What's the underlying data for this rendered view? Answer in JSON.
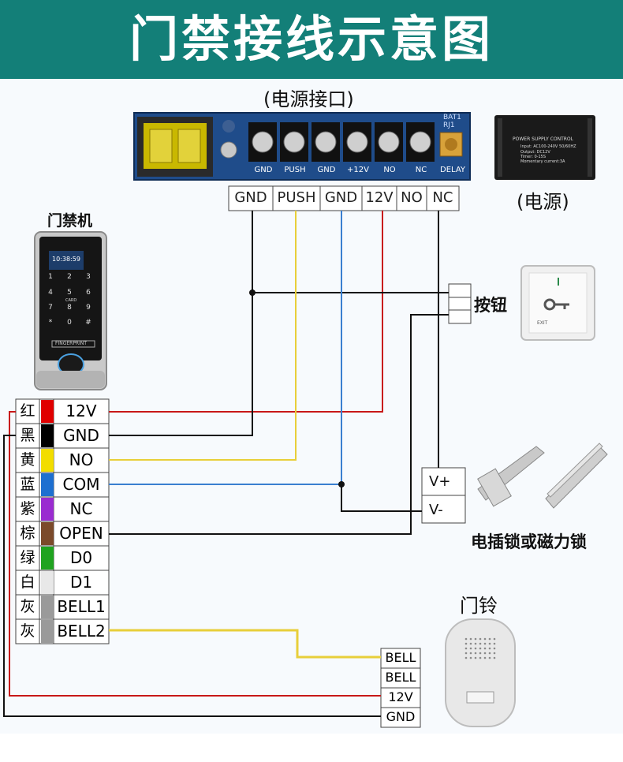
{
  "header": {
    "title": "门禁接线示意图"
  },
  "power_label": "(电源接口)",
  "psu_label": "(电源)",
  "psu_box": {
    "line1": "POWER SUPPLY CONTROL",
    "line2": "Input: AC100-240V 50/60HZ",
    "line3": "Output: DC12V",
    "line4": "Timer: 0-15S",
    "line5": "Momentary current:3A"
  },
  "board_terminals": [
    "GND",
    "PUSH",
    "GND",
    "+12V",
    "NO",
    "NC",
    "DELAY"
  ],
  "board_top_text": "BAT1 RJ1",
  "interface_terminals": [
    "GND",
    "PUSH",
    "GND",
    "12V",
    "NO",
    "NC"
  ],
  "reader_label": "门禁机",
  "reader": {
    "time": "10:38:59",
    "keys": [
      "1",
      "2",
      "3",
      "4",
      "5",
      "6",
      "7",
      "8",
      "9",
      "*",
      "0",
      "#"
    ],
    "fingerprint_text": "FINGERPRINT",
    "card_text": "CARD"
  },
  "exit_button": {
    "label": "按钮",
    "text": "EXIT"
  },
  "lock_label": "电插锁或磁力锁",
  "lock_terminals": [
    "V+",
    "V-"
  ],
  "doorbell_label": "门铃",
  "bell_terminals": [
    "BELL",
    "BELL",
    "12V",
    "GND"
  ],
  "wire_table": [
    {
      "color_name": "红",
      "signal": "12V",
      "color": "#e00000"
    },
    {
      "color_name": "黑",
      "signal": "GND",
      "color": "#000000"
    },
    {
      "color_name": "黄",
      "signal": "NO",
      "color": "#f2dd00"
    },
    {
      "color_name": "蓝",
      "signal": "COM",
      "color": "#1e6fd0"
    },
    {
      "color_name": "紫",
      "signal": "NC",
      "color": "#9a2bd0"
    },
    {
      "color_name": "棕",
      "signal": "OPEN",
      "color": "#7b4a2a"
    },
    {
      "color_name": "绿",
      "signal": "D0",
      "color": "#1fa31f"
    },
    {
      "color_name": "白",
      "signal": "D1",
      "color": "#e8e8e8"
    },
    {
      "color_name": "灰",
      "signal": "BELL1",
      "color": "#9a9a9a"
    },
    {
      "color_name": "灰",
      "signal": "BELL2",
      "color": "#9a9a9a"
    }
  ],
  "wire_colors": {
    "red": "#c81818",
    "black": "#111111",
    "yellow": "#e8cf3a",
    "blue": "#3a7fd0",
    "teal": "#137f78"
  }
}
